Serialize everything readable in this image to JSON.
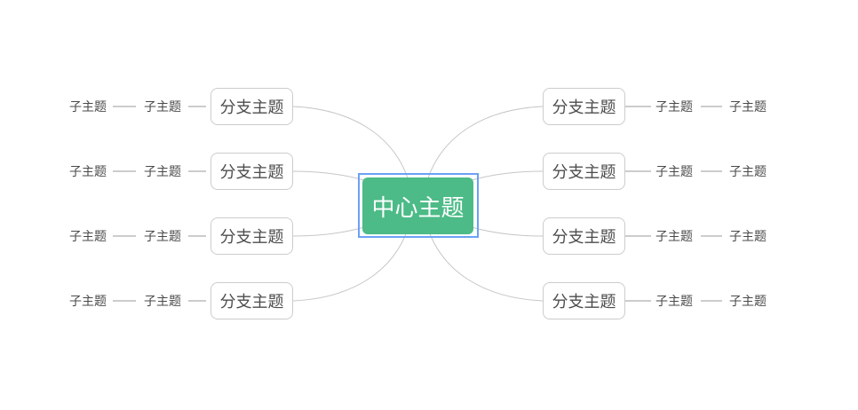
{
  "app": {
    "type": "mindmap-canvas"
  },
  "root": {
    "label": "中心主题",
    "selected": true
  },
  "branches": {
    "left": [
      {
        "label": "分支主题",
        "subtopics": [
          "子主题",
          "子主题"
        ]
      },
      {
        "label": "分支主题",
        "subtopics": [
          "子主题",
          "子主题"
        ]
      },
      {
        "label": "分支主题",
        "subtopics": [
          "子主题",
          "子主题"
        ]
      },
      {
        "label": "分支主题",
        "subtopics": [
          "子主题",
          "子主题"
        ]
      }
    ],
    "right": [
      {
        "label": "分支主题",
        "subtopics": [
          "子主题",
          "子主题"
        ]
      },
      {
        "label": "分支主题",
        "subtopics": [
          "子主题",
          "子主题"
        ]
      },
      {
        "label": "分支主题",
        "subtopics": [
          "子主题",
          "子主题"
        ]
      },
      {
        "label": "分支主题",
        "subtopics": [
          "子主题",
          "子主题"
        ]
      }
    ]
  },
  "colors": {
    "background": "#ffffff",
    "root_fill": "#4cbb87",
    "root_text": "#ffffff",
    "selection_border": "#6ba1f5",
    "branch_border": "#cccccc",
    "branch_text": "#4d4d4d",
    "subtopic_text": "#4a4a4a",
    "edge": "#c6c6c6",
    "connector": "#999999"
  }
}
